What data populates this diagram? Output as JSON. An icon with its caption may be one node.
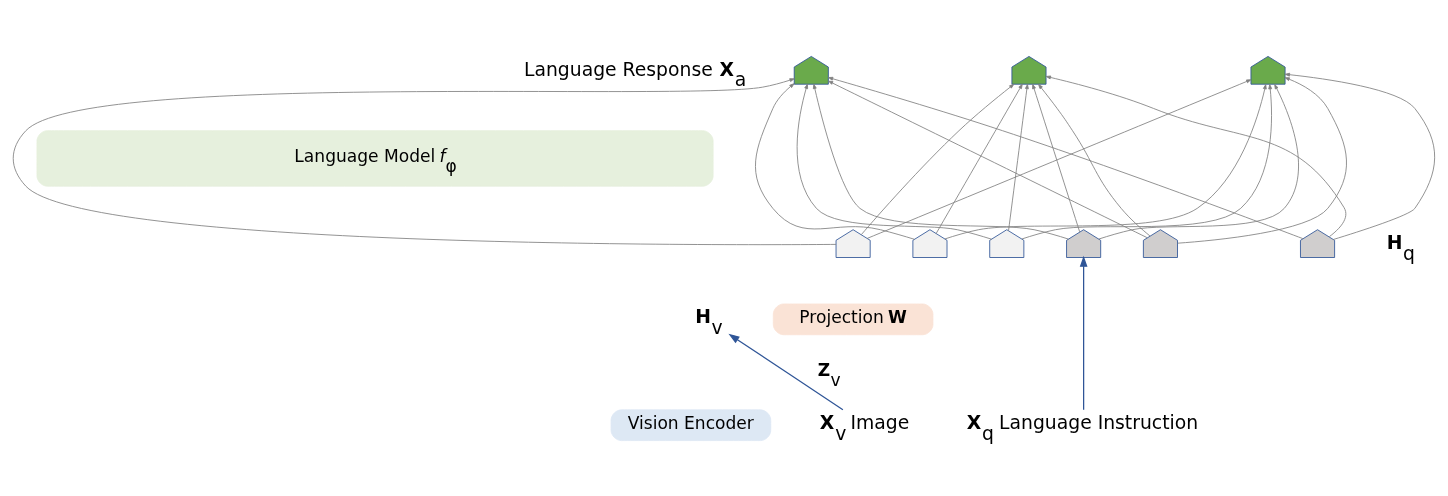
{
  "diagram": {
    "nodes": [
      {
        "text": [
          "Language Model *f*$_{φ}$"
        ]
      },
      {
        "text": [],
        "shape": "pentagon"
      },
      {
        "text": [],
        "shape": "pentagon"
      },
      {
        "text": [],
        "shape": "pentagon"
      },
      {
        "text": [],
        "shape": "pentagon"
      },
      {
        "text": [],
        "shape": "pentagon"
      },
      {
        "text": [],
        "shape": "pentagon"
      },
      {
        "text": [],
        "shape": "pentagon"
      },
      {
        "text": [],
        "shape": "pentagon"
      },
      {
        "text": [],
        "shape": "pentagon"
      },
      {
        "text": [
          "Projection **W**"
        ]
      },
      {
        "text": [
          "Vision Encoder"
        ]
      },
      {
        "text": [
          "**X**$_{v}$ Image"
        ]
      },
      {
        "text": [
          "**H**$_{v}$"
        ]
      },
      {
        "text": [
          "**X**$_{q}$ Language Instruction"
        ]
      }
    ],
    "edges": [
      {
        "from": 4,
        "to": 1,
        "arrow": "to"
      },
      {
        "from": 4,
        "to": 2,
        "arrow": "to"
      },
      {
        "from": 4,
        "to": 3,
        "arrow": "to"
      },
      {
        "from": 5,
        "to": 1,
        "arrow": "to"
      },
      {
        "from": 5,
        "to": 2,
        "arrow": "to"
      },
      {
        "from": 5,
        "to": 3,
        "arrow": "to"
      },
      {
        "from": 6,
        "to": 1,
        "arrow": "to"
      },
      {
        "from": 6,
        "to": 2,
        "arrow": "to"
      },
      {
        "from": 6,
        "to": 3,
        "arrow": "to"
      },
      {
        "from": 7,
        "to": 1,
        "arrow": "to"
      },
      {
        "from": 7,
        "to": 2,
        "arrow": "to"
      },
      {
        "from": 7,
        "to": 3,
        "arrow": "to"
      },
      {
        "from": 8,
        "to": 1,
        "arrow": "to"
      },
      {
        "from": 8,
        "to": 2,
        "arrow": "to"
      },
      {
        "from": 8,
        "to": 3,
        "arrow": "to"
      },
      {
        "from": 9,
        "to": 1,
        "arrow": "to"
      },
      {
        "from": 9,
        "to": 2,
        "arrow": "to"
      },
      {
        "from": 9,
        "to": 3,
        "arrow": "to"
      },
      {
        "from": 12,
        "to": 13,
        "arrow": "to",
        "label": "**Z**$_{v}$",
        "color": "#2f5597"
      },
      {
        "from": 14,
        "to": 7,
        "arrow": "to",
        "color": "#2f5597"
      }
    ],
    "labels": [
      "Language Response **X**$_{a}$",
      "**H**$_{q}$"
    ]
  }
}
